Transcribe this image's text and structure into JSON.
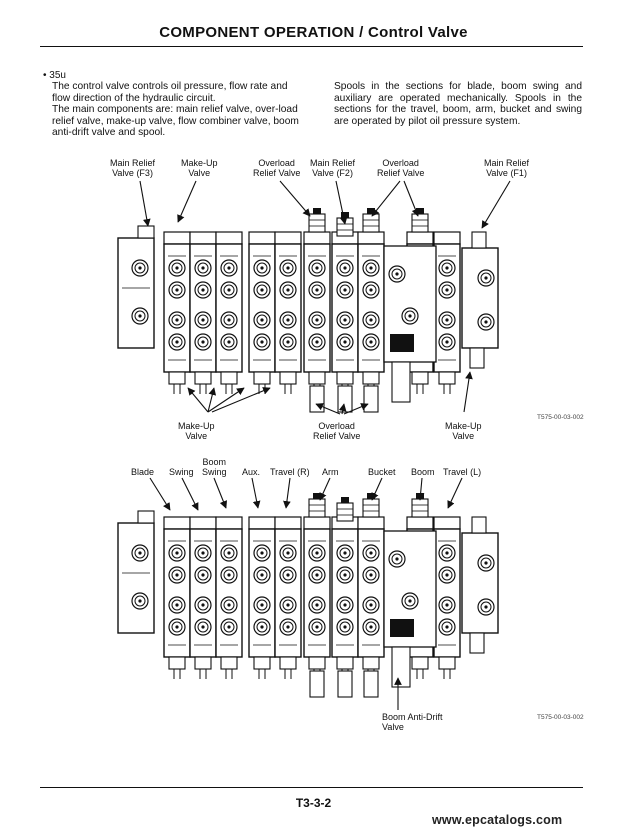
{
  "header": {
    "title": "COMPONENT OPERATION / Control Valve"
  },
  "intro": {
    "model": "35u",
    "col1": [
      "The control valve controls oil pressure, flow rate and flow direction of the hydraulic circuit.",
      "The main components are: main relief valve, over-load relief valve, make-up valve, flow combiner valve, boom anti-drift valve and spool."
    ],
    "col2": "Spools in the sections for blade, boom swing and auxiliary are operated mechanically. Spools in the sections for the travel, boom, arm, bucket and swing are operated by pilot oil pressure system."
  },
  "figure1": {
    "labels": {
      "main_relief_f3": "Main Relief\nValve (F3)",
      "makeup_top": "Make-Up\nValve",
      "overload_top_left": "Overload\nRelief Valve",
      "main_relief_f2": "Main Relief\nValve (F2)",
      "overload_top_right": "Overload\nRelief Valve",
      "main_relief_f1": "Main Relief\nValve (F1)",
      "makeup_bottom_left": "Make-Up\nValve",
      "overload_bottom": "Overload\nRelief Valve",
      "makeup_bottom_right": "Make-Up\nValve"
    },
    "code": "T575-00-03-002"
  },
  "figure2": {
    "labels": {
      "blade": "Blade",
      "swing": "Swing",
      "boom_swing": "Boom\nSwing",
      "aux": "Aux.",
      "travel_r": "Travel (R)",
      "arm": "Arm",
      "bucket": "Bucket",
      "boom": "Boom",
      "travel_l": "Travel (L)",
      "boom_anti_drift": "Boom Anti-Drift\nValve"
    },
    "code": "T575-00-03-002"
  },
  "footer": {
    "page": "T3-3-2",
    "watermark": "www.epcatalogs.com"
  }
}
